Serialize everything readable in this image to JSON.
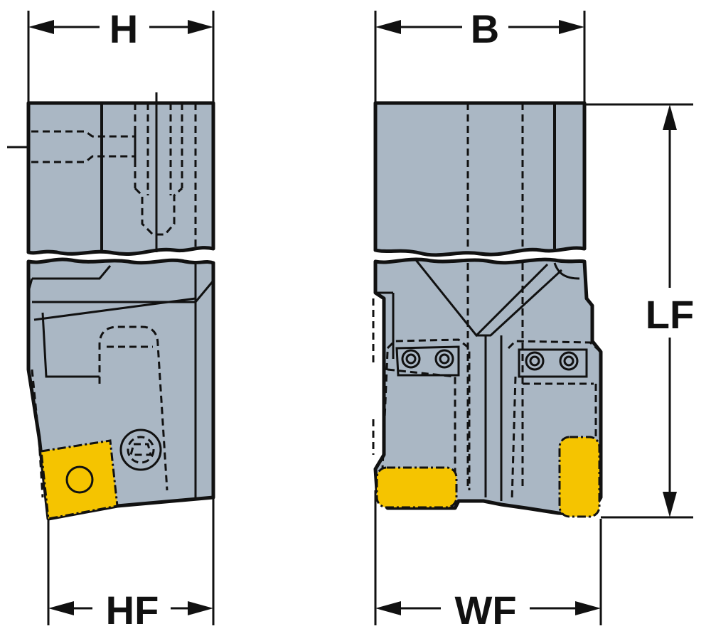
{
  "dimensions": {
    "h": "H",
    "b": "B",
    "lf": "LF",
    "hf": "HF",
    "wf": "WF"
  },
  "colors": {
    "body": "#aab7c4",
    "insert": "#f5c400",
    "line": "#111111"
  }
}
